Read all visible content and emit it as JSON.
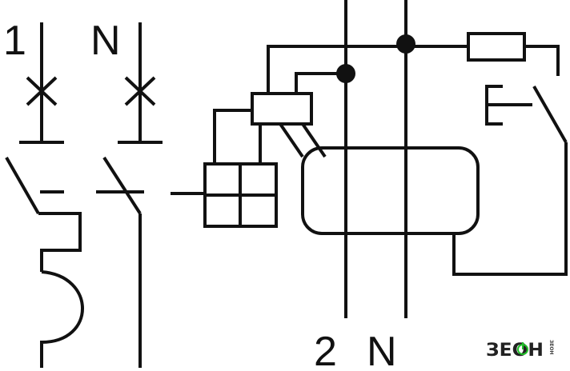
{
  "labels": {
    "in_left": "1",
    "in_right": "N",
    "out_left": "2",
    "out_right": "N"
  },
  "logo": {
    "text": "ЗЕОН",
    "tagline": "ЗЕОН"
  },
  "colors": {
    "line": "#111111",
    "logo_accent": "#22c02a",
    "background": "#ffffff"
  }
}
